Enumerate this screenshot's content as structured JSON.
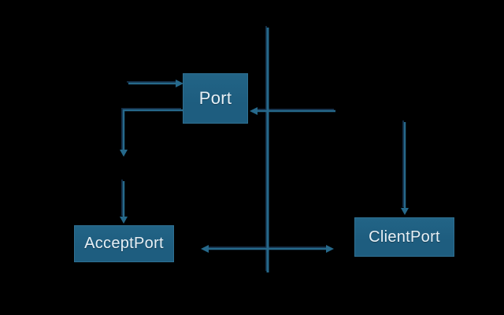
{
  "diagram": {
    "nodes": [
      {
        "id": "port",
        "label": "Port"
      },
      {
        "id": "accept-port",
        "label": "AcceptPort"
      },
      {
        "id": "client-port",
        "label": "ClientPort"
      }
    ],
    "edges": [
      {
        "id": "into-port-from-left",
        "to": "Port",
        "direction": "right",
        "style": "single-arrow"
      },
      {
        "id": "port-elbow-down",
        "from": "Port",
        "direction": "down",
        "style": "single-arrow"
      },
      {
        "id": "into-accept-port",
        "to": "AcceptPort",
        "direction": "down",
        "style": "single-arrow"
      },
      {
        "id": "into-port-from-right",
        "to": "Port",
        "direction": "left",
        "style": "single-arrow"
      },
      {
        "id": "into-client-port",
        "to": "ClientPort",
        "direction": "down",
        "style": "single-arrow"
      },
      {
        "id": "accept-client-exchange",
        "between": [
          "AcceptPort",
          "ClientPort"
        ],
        "style": "double-arrow"
      }
    ],
    "divider": {
      "orientation": "vertical"
    }
  },
  "colors": {
    "background": "#000000",
    "node_fill": "#1e5d7f",
    "node_fill_top": "#226486",
    "node_border": "#2f7092",
    "node_text": "#e7f0f6",
    "line": "#26698b",
    "line_shadow": "#16334f"
  }
}
